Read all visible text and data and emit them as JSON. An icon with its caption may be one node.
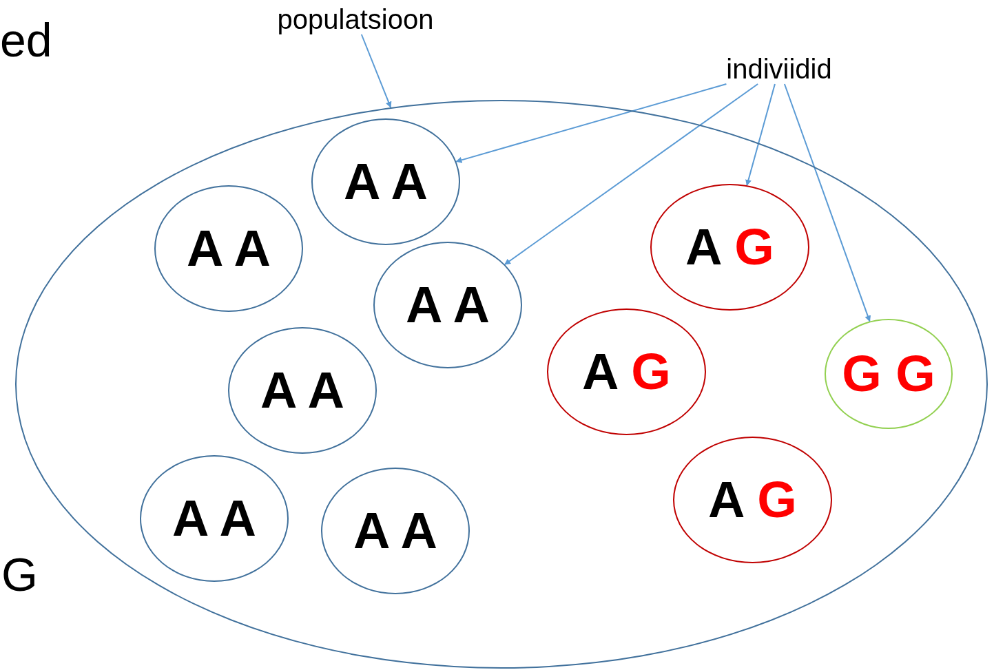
{
  "diagram": {
    "nodes": [
      {
        "text": [
          "populatsioon"
        ]
      },
      {
        "text": [],
        "shape": "ellipse"
      },
      {
        "text": [
          "indiviidid"
        ]
      },
      {
        "text": [
          "A A"
        ],
        "in": 1
      },
      {
        "text": [
          "A A"
        ],
        "in": 1
      },
      {
        "text": [
          "A G"
        ],
        "in": 1
      },
      {
        "text": [
          "A A"
        ],
        "in": 1
      },
      {
        "text": [
          "A G"
        ],
        "in": 1
      },
      {
        "text": [
          "G G"
        ],
        "in": 1
      },
      {
        "text": [
          "A A"
        ],
        "in": 1
      },
      {
        "text": [
          "A A"
        ],
        "in": 1
      },
      {
        "text": [
          "A A"
        ],
        "in": 1
      },
      {
        "text": [
          "A G"
        ],
        "in": 1
      }
    ],
    "edges": [
      {
        "from": 0,
        "to": 1,
        "arrow": "to"
      },
      {
        "from": 2,
        "to": 3,
        "arrow": "to"
      },
      {
        "from": 2,
        "to": 6,
        "arrow": "to"
      },
      {
        "from": 2,
        "to": 5,
        "arrow": "to"
      },
      {
        "from": 2,
        "to": 8,
        "arrow": "to"
      }
    ],
    "labels": [
      "ed",
      "G"
    ]
  }
}
